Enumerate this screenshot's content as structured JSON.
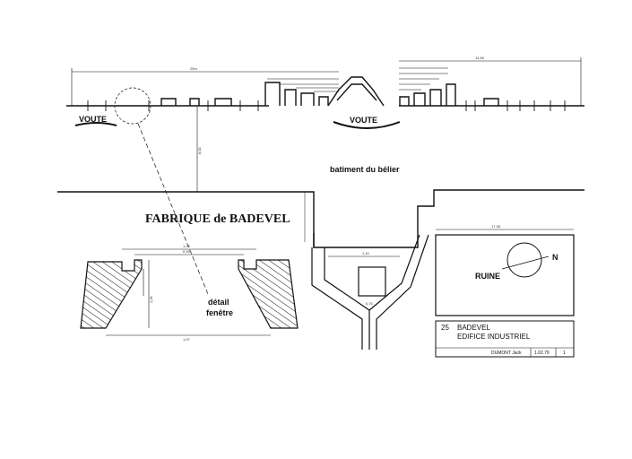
{
  "plan": {
    "title": "FABRIQUE de BADEVEL",
    "voute_left": "VOUTE",
    "voute_center": "VOUTE",
    "building_label": "batiment du bélier",
    "window_label": "détail fenêtre",
    "ruine_label": "RUINE",
    "north_label": "N"
  },
  "dimensions": {
    "overall_left": "25m",
    "overall_right": "14,50",
    "depth": "8,00",
    "window_top": "1,15",
    "window_inner": "0,93",
    "window_bottom": "1,57",
    "window_height": "1,35",
    "small_square": "1,10",
    "small_square_side": "0,70",
    "inset_width": "17,35"
  },
  "cartouche": {
    "dept": "25",
    "place": "BADEVEL",
    "subject": "EDIFICE INDUSTRIEL",
    "author": "DUMONT Jack",
    "date": "1.02.79",
    "sheet": "1"
  }
}
